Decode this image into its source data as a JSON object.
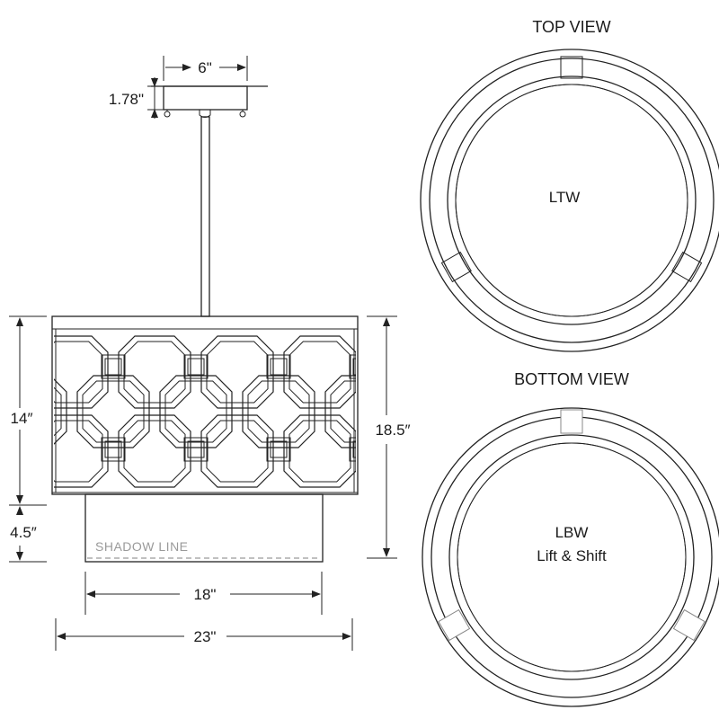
{
  "dimensions": {
    "canopy_width": "6\"",
    "canopy_height": "1.78\"",
    "shade_height": "14″",
    "diffuser_drop": "4.5″",
    "overall_height": "18.5″",
    "diffuser_width": "18\"",
    "shade_width": "23\""
  },
  "shadow_line_label": "SHADOW LINE",
  "top_view": {
    "title": "TOP VIEW",
    "label": "LTW"
  },
  "bottom_view": {
    "title": "BOTTOM VIEW",
    "label_line1": "LBW",
    "label_line2": "Lift & Shift"
  },
  "colors": {
    "line": "#222222",
    "shadow_line": "#9a9a9a",
    "background": "#ffffff"
  }
}
